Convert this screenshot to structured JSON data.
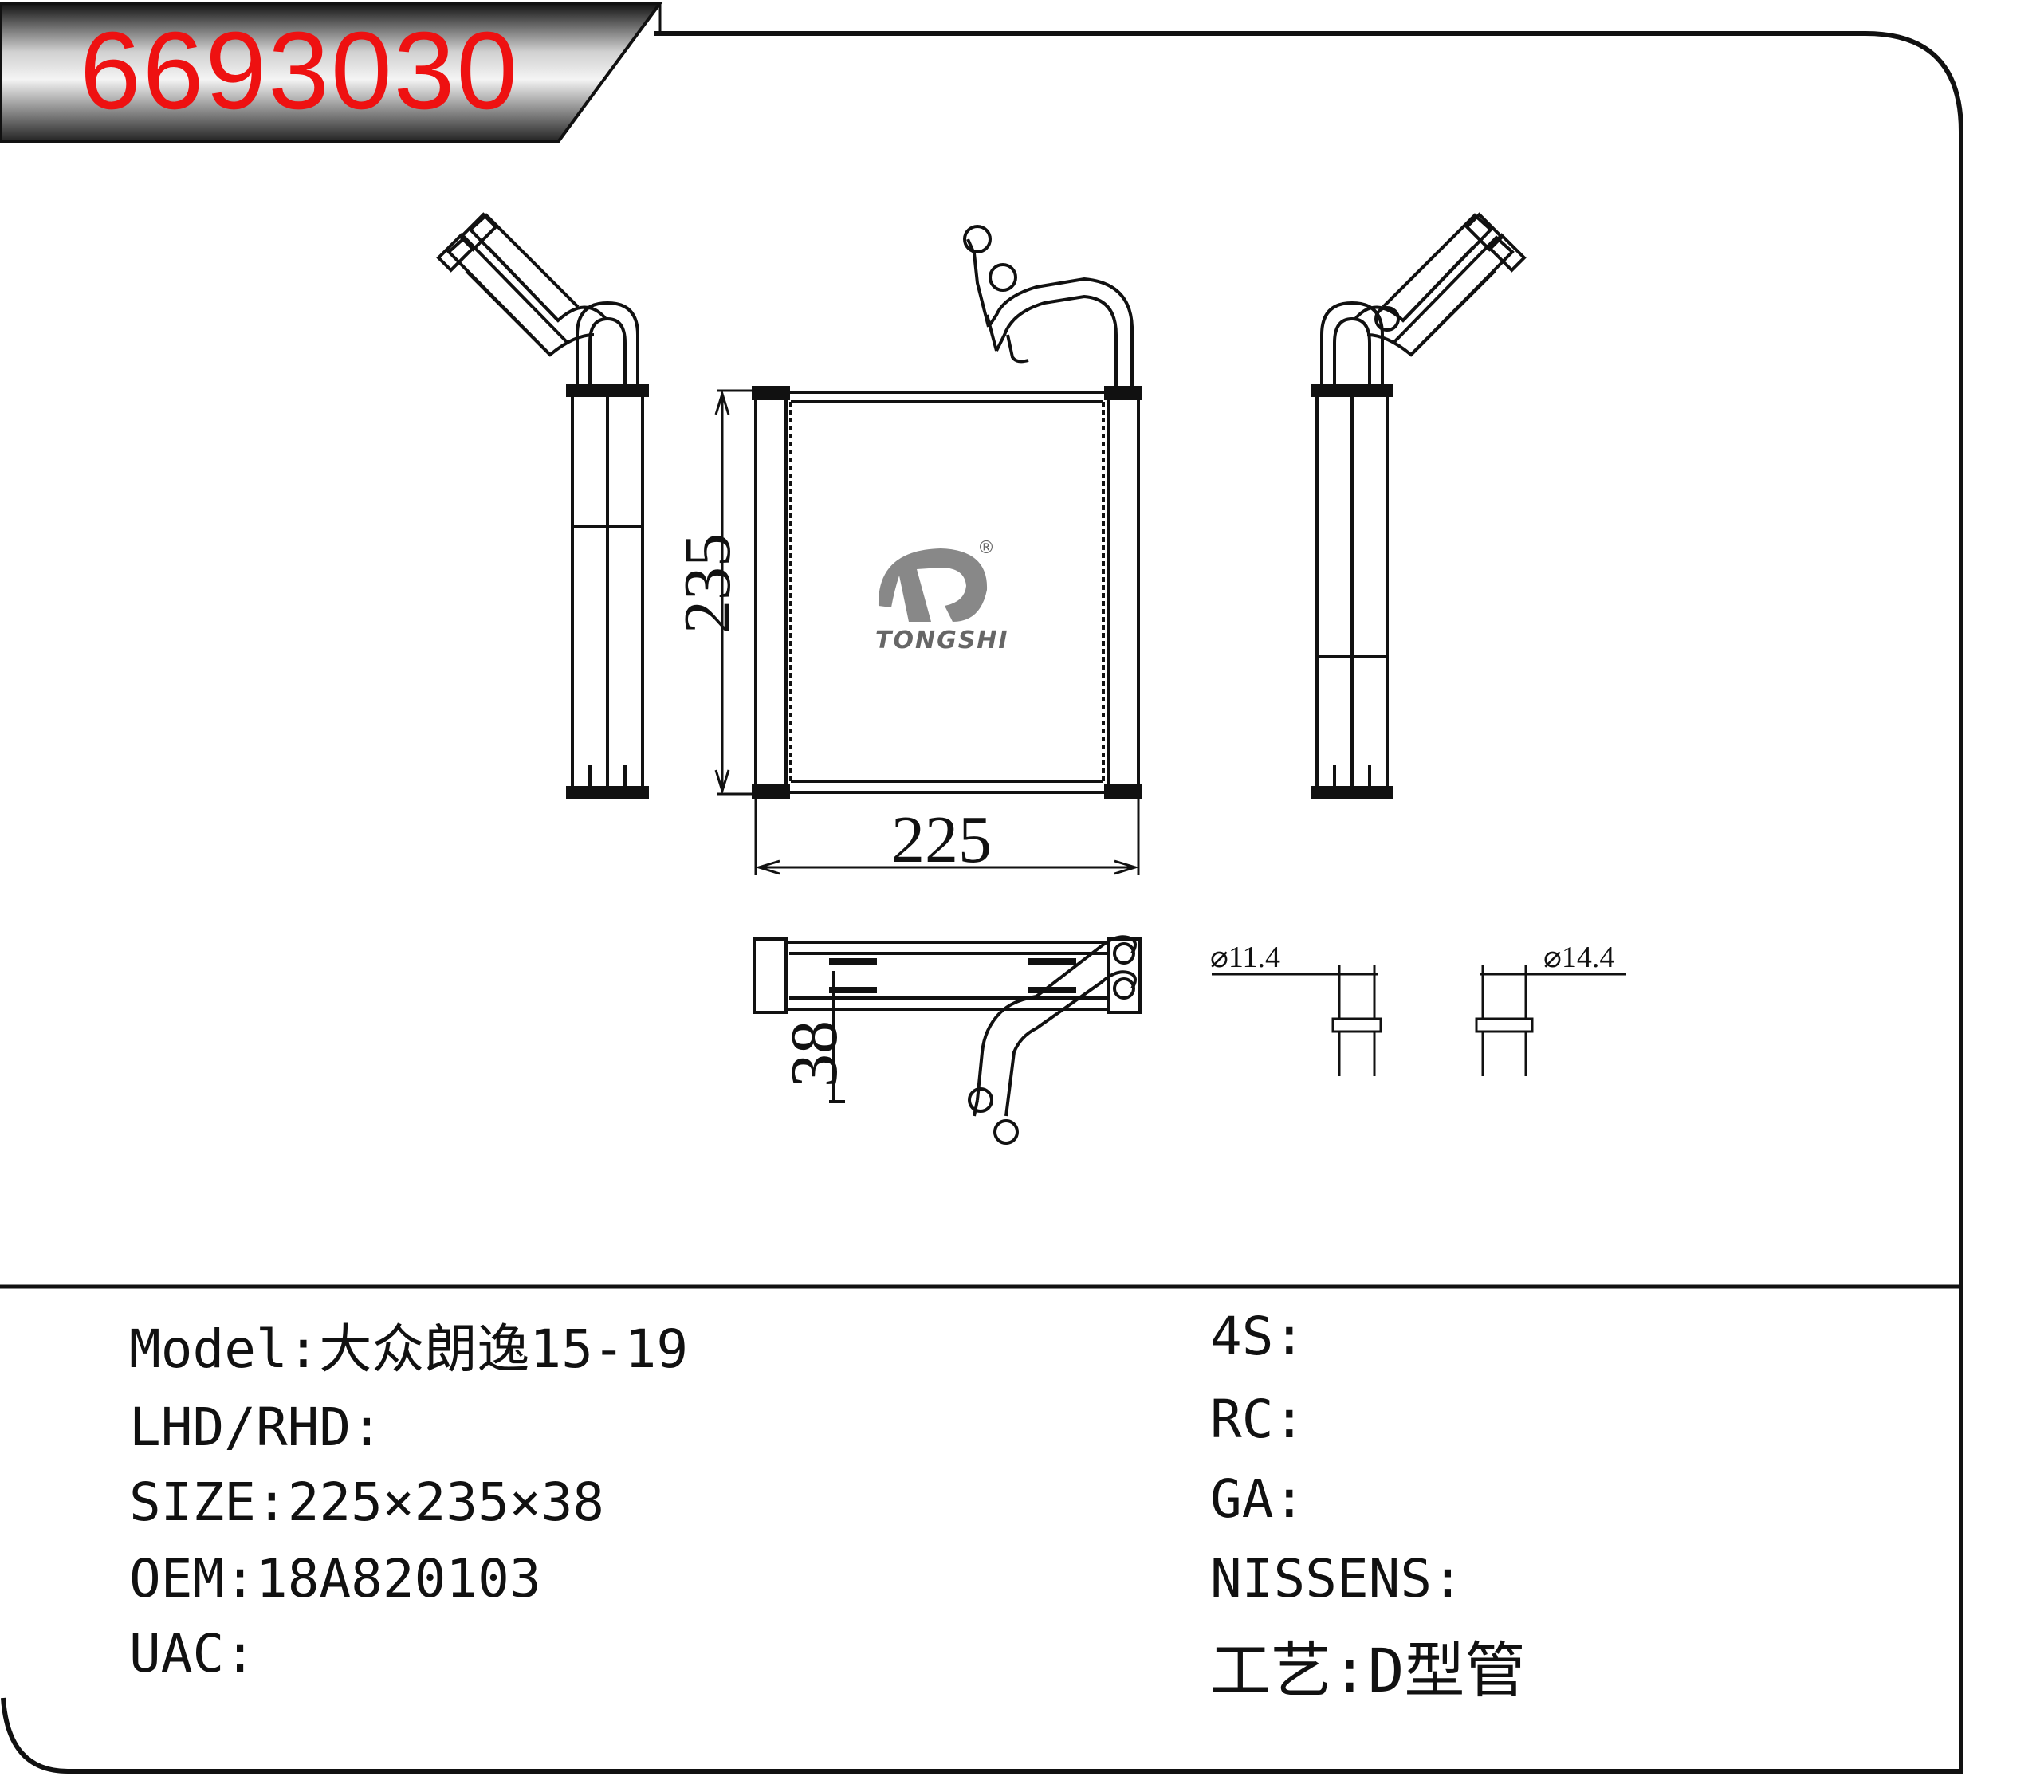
{
  "header": {
    "part_number": "6693030"
  },
  "drawing": {
    "height_label": "235",
    "width_label": "225",
    "depth_label": "38",
    "pipe_small_label": "⌀11.4",
    "pipe_large_label": "⌀14.4",
    "logo_text": "TONGSHI",
    "registered_mark": "®"
  },
  "specs_left": {
    "model_label": "Model:",
    "model_value": "大众朗逸15-19",
    "drive_label": "LHD/RHD:",
    "drive_value": "",
    "size_label": "SIZE:",
    "size_value": "225×235×38",
    "oem_label": "OEM:",
    "oem_value": "18A820103",
    "uac_label": "UAC:",
    "uac_value": ""
  },
  "specs_right": {
    "s4_label": "4S:",
    "s4_value": "",
    "rc_label": "RC:",
    "rc_value": "",
    "ga_label": "GA:",
    "ga_value": "",
    "nissens_label": "NISSENS:",
    "nissens_value": "",
    "process_label": "工艺:",
    "process_value": "D型管"
  },
  "colors": {
    "part_number": "#ee1111",
    "line": "#111111",
    "header_band": "#2a2a2a",
    "logo": "#777777"
  }
}
